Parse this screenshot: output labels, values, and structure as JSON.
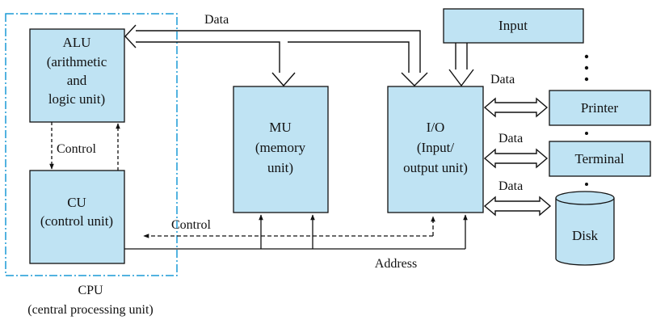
{
  "colors": {
    "block_fill": "#bfe3f3",
    "stroke": "#111111",
    "cpu_boundary": "#1a9ad6",
    "background": "#ffffff"
  },
  "blocks": {
    "alu": {
      "lines": [
        "ALU",
        "(arithmetic",
        "and",
        "logic unit)"
      ]
    },
    "cu": {
      "lines": [
        "CU",
        "(control unit)"
      ]
    },
    "mu": {
      "lines": [
        "MU",
        "(memory",
        "unit)"
      ]
    },
    "io": {
      "lines": [
        "I/O",
        "(Input/",
        "output unit)"
      ]
    },
    "input": {
      "label": "Input"
    },
    "printer": {
      "label": "Printer"
    },
    "terminal": {
      "label": "Terminal"
    },
    "disk": {
      "label": "Disk"
    }
  },
  "cpu": {
    "title": "CPU",
    "subtitle": "(central processing unit)"
  },
  "labels": {
    "data_top": "Data",
    "data_printer": "Data",
    "data_terminal": "Data",
    "data_disk": "Data",
    "control_cpu": "Control",
    "control_bus": "Control",
    "address": "Address"
  },
  "icons": {
    "ellipsis": "vertical-dots-icon"
  }
}
